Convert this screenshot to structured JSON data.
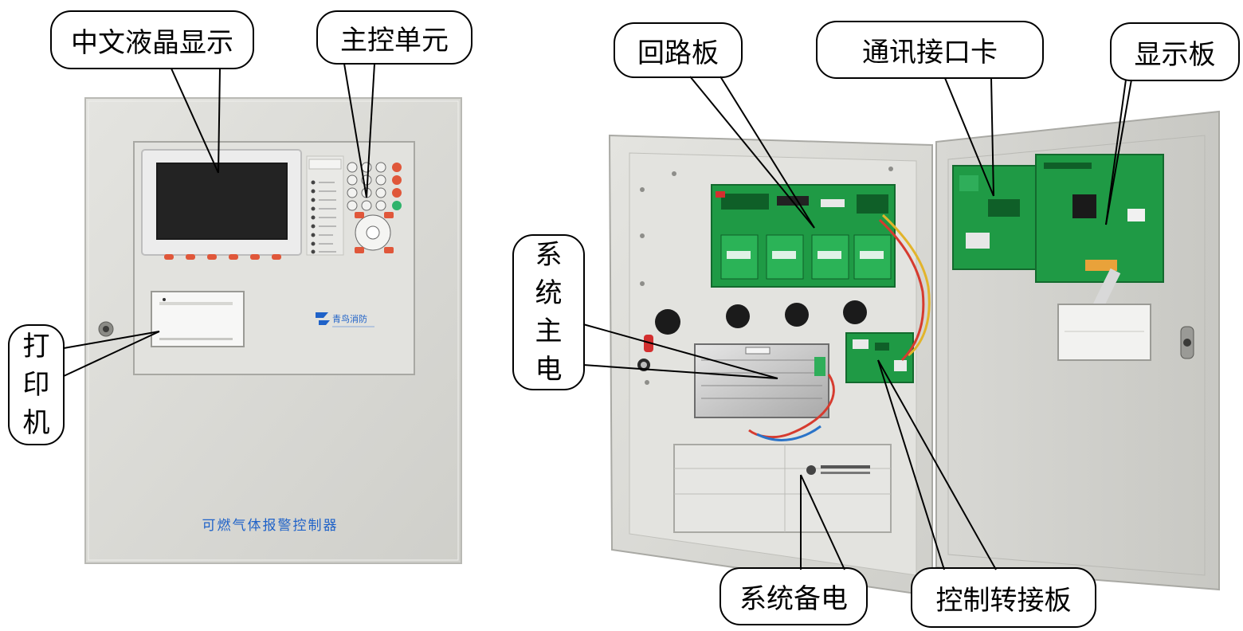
{
  "left_panel": {
    "product_name": "可燃气体报警控制器",
    "brand_logo_text": "青鸟消防"
  },
  "callouts": {
    "lcd_display": "中文液晶显示",
    "main_control_unit": "主控单元",
    "printer": [
      "打",
      "印",
      "机"
    ],
    "loop_board": "回路板",
    "comm_interface_card": "通讯接口卡",
    "display_board": "显示板",
    "system_main_power": [
      "系",
      "统",
      "主",
      "电"
    ],
    "system_backup_power": "系统备电",
    "control_adapter_board": "控制转接板"
  },
  "colors": {
    "cabinet": "#dcdcd8",
    "cabinet_dark": "#c9c9c4",
    "pcb_green": "#1f9a45",
    "button_red": "#e0573a",
    "lcd_black": "#1a1a1a",
    "brand_blue": "#1f62c8"
  }
}
